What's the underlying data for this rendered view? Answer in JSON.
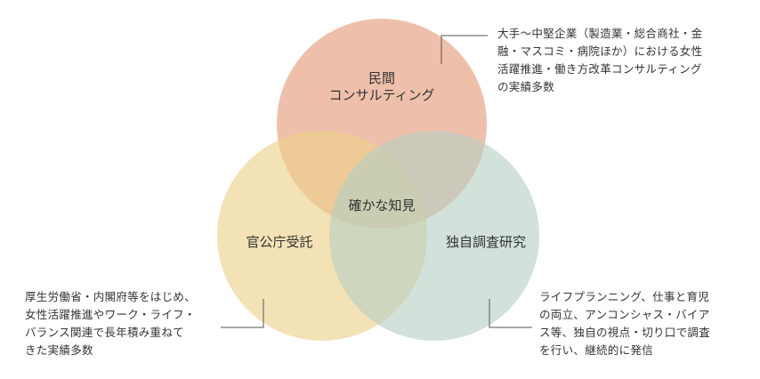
{
  "circles": {
    "private": {
      "line1": "民間",
      "line2": "コンサルティング",
      "color": "#e49a78"
    },
    "government": {
      "label": "官公庁受託",
      "color": "#ebd089"
    },
    "independent": {
      "label": "独自調査研究",
      "color": "#b7cfc3"
    }
  },
  "center": {
    "label": "確かな知見"
  },
  "notes": {
    "private": "大手～中堅企業（製造業・総合商社・金\n融・マスコミ・病院ほか）における女性\n活躍推進・働き方改革コンサルティング\nの実績多数",
    "government": "厚生労働省・内閣府等をはじめ、\n女性活躍推進やワーク・ライフ・\nバランス関連で長年積み重ねて\nきた実績多数",
    "independent": "ライフプランニング、仕事と育児\nの両立、アンコンシャス・バイア\nス等、独自の視点・切り口で調査\nを行い、継続的に発信"
  },
  "colors": {
    "connector": "#555555",
    "text": "#333333"
  }
}
